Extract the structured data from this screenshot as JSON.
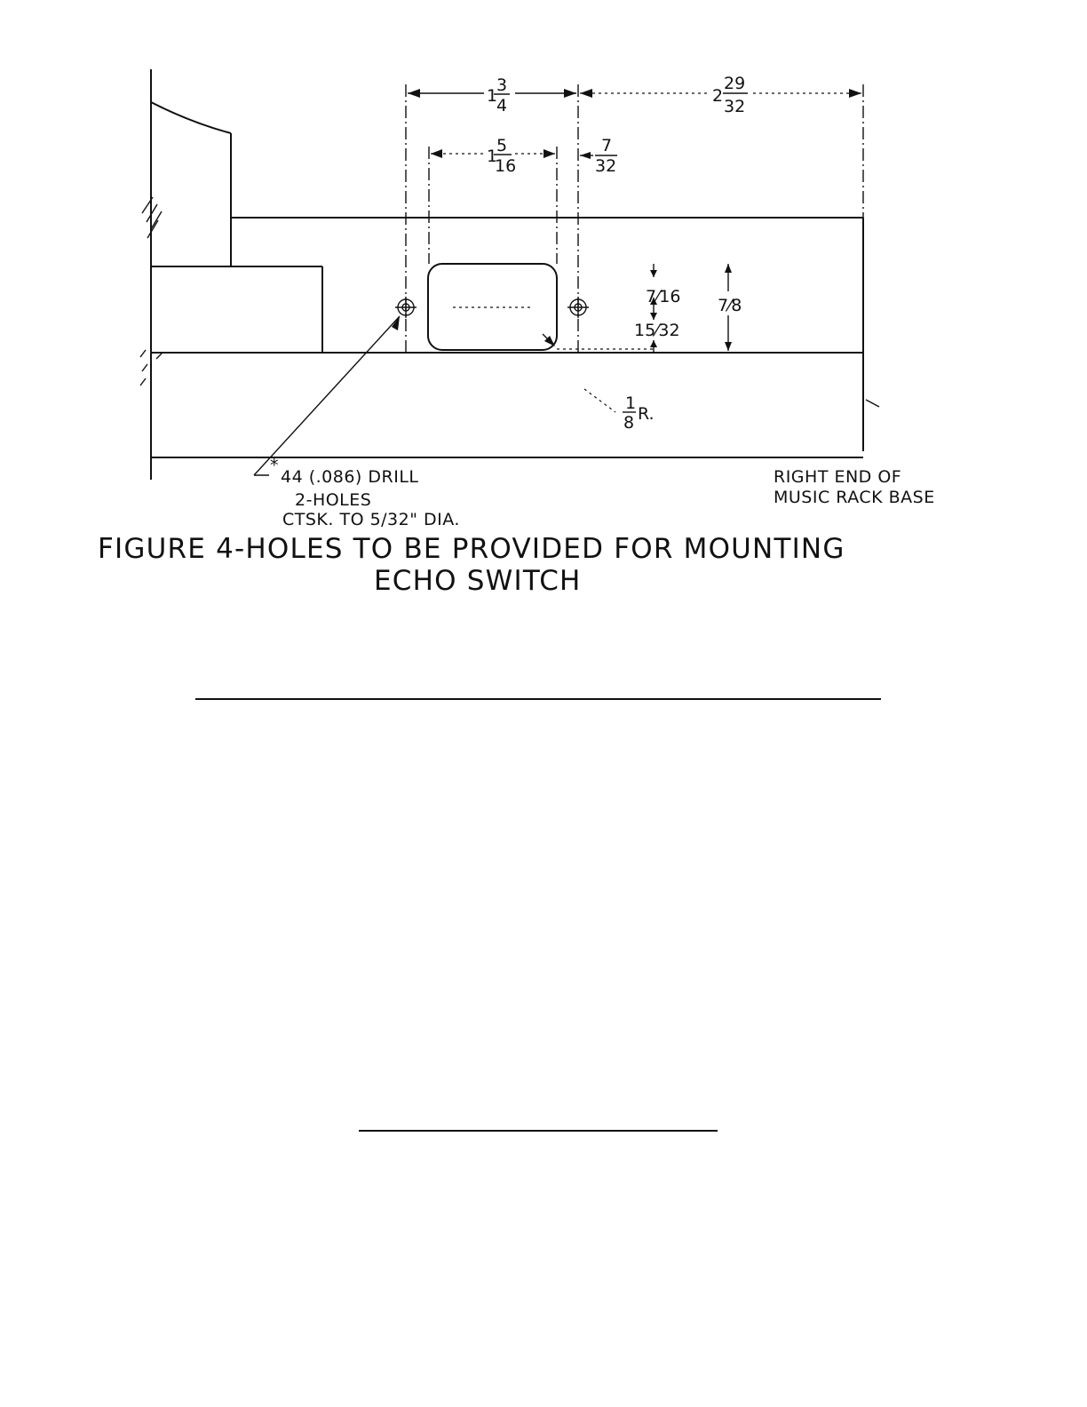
{
  "figure": {
    "caption_line1": "FIGURE 4-HOLES TO BE PROVIDED FOR MOUNTING",
    "caption_line2": "ECHO SWITCH"
  },
  "dimensions": {
    "overall_left": {
      "whole": "1",
      "num": "3",
      "den": "4"
    },
    "overall_right": {
      "whole": "2",
      "num": "29",
      "den": "32"
    },
    "cutout_width": {
      "whole": "1",
      "num": "5",
      "den": "16"
    },
    "hole_offset": {
      "num": "7",
      "den": "32"
    },
    "hole_height_upper": "7⁄16",
    "hole_height_lower": "15⁄32",
    "total_height": "7⁄8",
    "corner_radius": {
      "num": "1",
      "den": "8",
      "suffix": "R."
    }
  },
  "notes": {
    "drill_line1": "44 (.086) DRILL",
    "drill_marker": "*",
    "drill_line2": "2-HOLES",
    "drill_line3": "CTSK. TO 5/32\" DIA.",
    "right_end_line1": "RIGHT END OF",
    "right_end_line2": "MUSIC RACK BASE"
  }
}
